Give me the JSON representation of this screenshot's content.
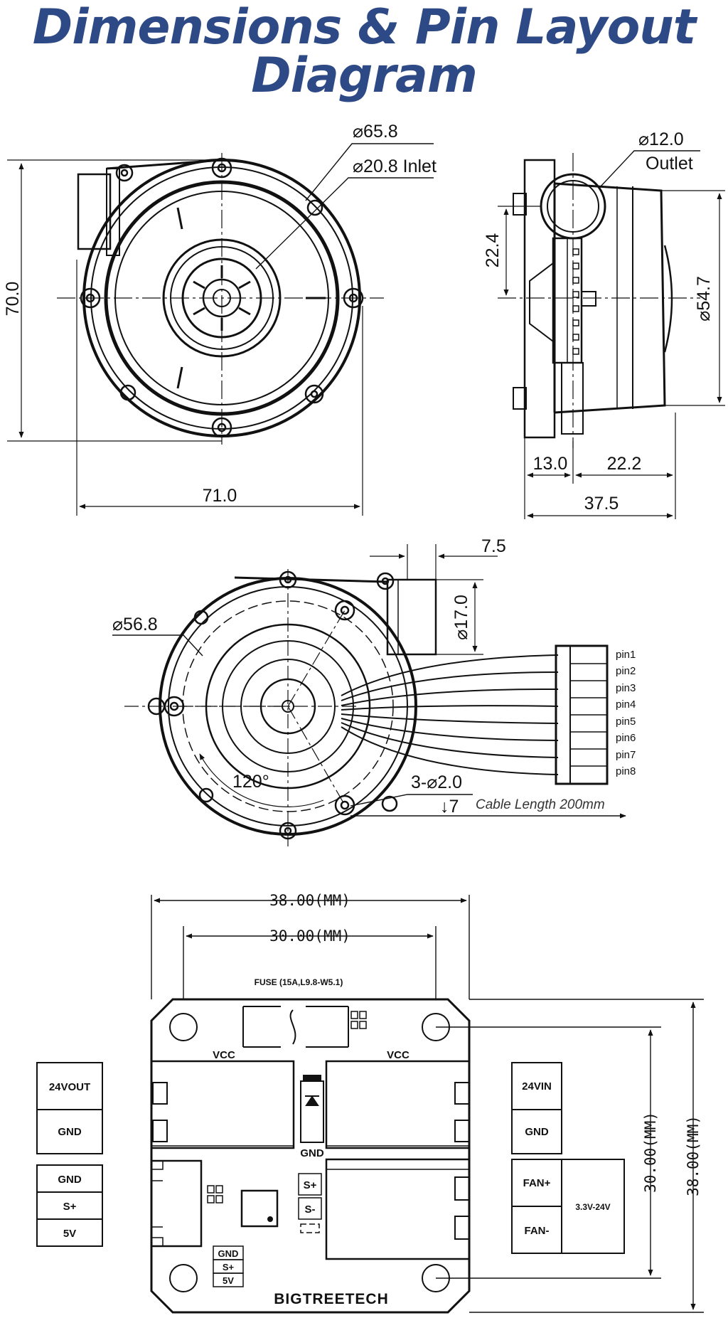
{
  "title": {
    "line1": "Dimensions & Pin Layout",
    "line2": "Diagram"
  },
  "front_view": {
    "outer_diameter": "⌀65.8",
    "inlet": "⌀20.8 Inlet",
    "height": "70.0",
    "width": "71.0"
  },
  "side_view": {
    "outlet_diameter": "⌀12.0",
    "outlet_label": "Outlet",
    "outlet_offset": "22.4",
    "body_diameter": "⌀54.7",
    "depth_front": "13.0",
    "depth_rear": "22.2",
    "depth_total": "37.5"
  },
  "rear_view": {
    "outlet_offset": "7.5",
    "outlet_diameter": "⌀17.0",
    "mount_circle": "⌀56.8",
    "angle": "120°",
    "holes": "3-⌀2.0",
    "hole_depth": "↓7",
    "cable_length": "Cable Length 200mm",
    "pins": [
      "pin1",
      "pin2",
      "pin3",
      "pin4",
      "pin5",
      "pin6",
      "pin7",
      "pin8"
    ]
  },
  "board": {
    "width_outer": "38.00(MM)",
    "width_inner": "30.00(MM)",
    "height_inner": "30.00(MM)",
    "height_outer": "38.00(MM)",
    "fuse": "FUSE (15A,L9.8-W5.1)",
    "vcc_left": "VCC",
    "vcc_right": "VCC",
    "gnd_mid": "GND",
    "s_plus": "S+",
    "s_minus": "S-",
    "silk_gnd": "GND",
    "silk_splus": "S+",
    "silk_5v": "5V",
    "brand": "BIGTREETECH",
    "left_top_labels": [
      "24VOUT",
      "GND"
    ],
    "left_bottom_labels": [
      "GND",
      "S+",
      "5V"
    ],
    "right_top_labels": [
      "24VIN",
      "GND"
    ],
    "right_fan_labels": [
      "FAN+",
      "FAN-"
    ],
    "fan_voltage": "3.3V-24V"
  }
}
